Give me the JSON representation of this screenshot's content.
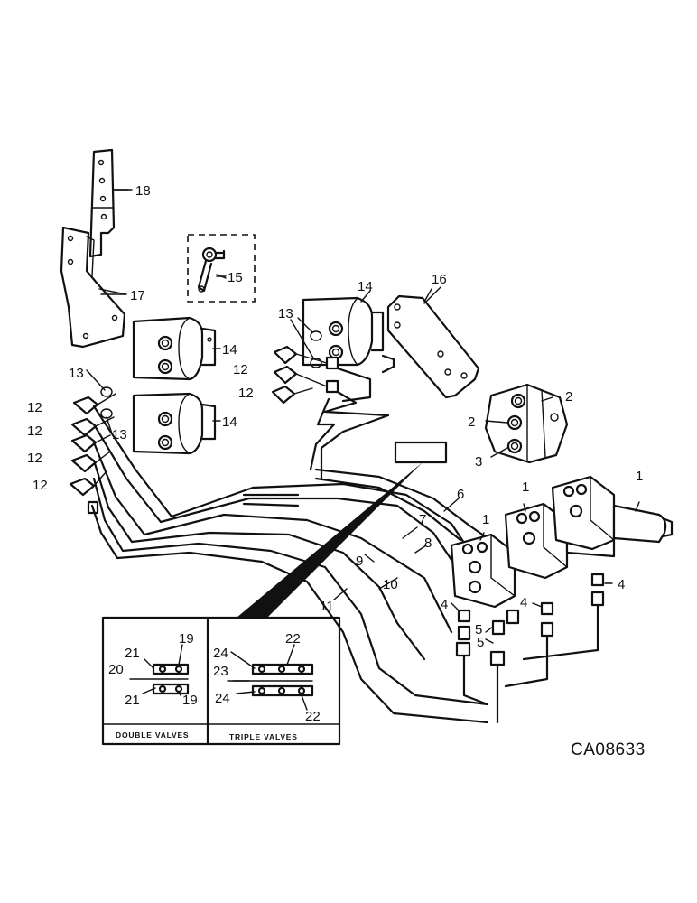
{
  "diagram_code": "CA08633",
  "callouts": {
    "c1a": "1",
    "c1b": "1",
    "c1c": "1",
    "c2a": "2",
    "c2b": "2",
    "c3": "3",
    "c4a": "4",
    "c4b": "4",
    "c4c": "4",
    "c5a": "5",
    "c5b": "5",
    "c6": "6",
    "c7": "7",
    "c8": "8",
    "c9": "9",
    "c10": "10",
    "c11": "11",
    "c12a": "12",
    "c12b": "12",
    "c12c": "12",
    "c12d": "12",
    "c12e": "12",
    "c12f": "12",
    "c13a": "13",
    "c13b": "13",
    "c13c": "13",
    "c14a": "14",
    "c14b": "14",
    "c14c": "14",
    "c15": "15",
    "c16": "16",
    "c17": "17",
    "c18": "18"
  },
  "inset": {
    "double_title": "DOUBLE VALVES",
    "triple_title": "TRIPLE VALVES",
    "d19a": "19",
    "d19b": "19",
    "d20": "20",
    "d21a": "21",
    "d21b": "21",
    "t22a": "22",
    "t22b": "22",
    "t23": "23",
    "t24a": "24",
    "t24b": "24"
  }
}
